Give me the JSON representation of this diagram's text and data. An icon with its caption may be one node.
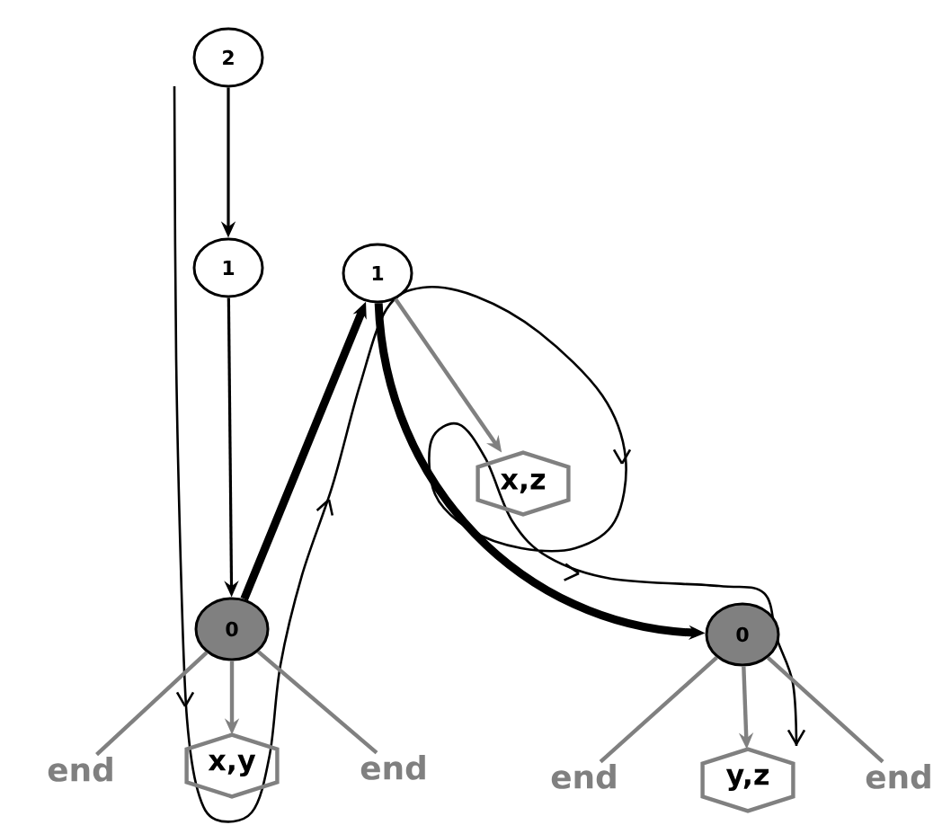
{
  "diagram": {
    "nodes": [
      {
        "text": [
          "2"
        ]
      },
      {
        "text": [
          "1"
        ]
      },
      {
        "text": [
          "1"
        ]
      },
      {
        "text": [
          "x,z"
        ]
      },
      {
        "text": [
          "0"
        ]
      },
      {
        "text": [
          "0"
        ]
      },
      {
        "text": [
          "end"
        ]
      },
      {
        "text": [
          "x,y"
        ]
      },
      {
        "text": [
          "end"
        ]
      },
      {
        "text": [
          "end"
        ]
      },
      {
        "text": [
          "y,z"
        ]
      },
      {
        "text": [
          "end"
        ]
      }
    ],
    "edges": [
      {
        "from": 0,
        "to": 1,
        "arrow": "to",
        "color": "#000000"
      },
      {
        "from": 1,
        "to": 4,
        "arrow": "to",
        "color": "#000000"
      },
      {
        "from": 4,
        "to": 2,
        "arrow": "to",
        "style": "thick",
        "color": "#000000"
      },
      {
        "from": 2,
        "to": 5,
        "arrow": "to",
        "style": "thick",
        "color": "#000000"
      },
      {
        "from": 2,
        "to": 3,
        "arrow": "to"
      },
      {
        "from": 4,
        "to": 6,
        "arrow": "none"
      },
      {
        "from": 4,
        "to": 7,
        "arrow": "to"
      },
      {
        "from": 4,
        "to": 8,
        "arrow": "none"
      },
      {
        "from": 5,
        "to": 9,
        "arrow": "none"
      },
      {
        "from": 5,
        "to": 10,
        "arrow": "to"
      },
      {
        "from": 5,
        "to": 11,
        "arrow": "none"
      }
    ]
  }
}
